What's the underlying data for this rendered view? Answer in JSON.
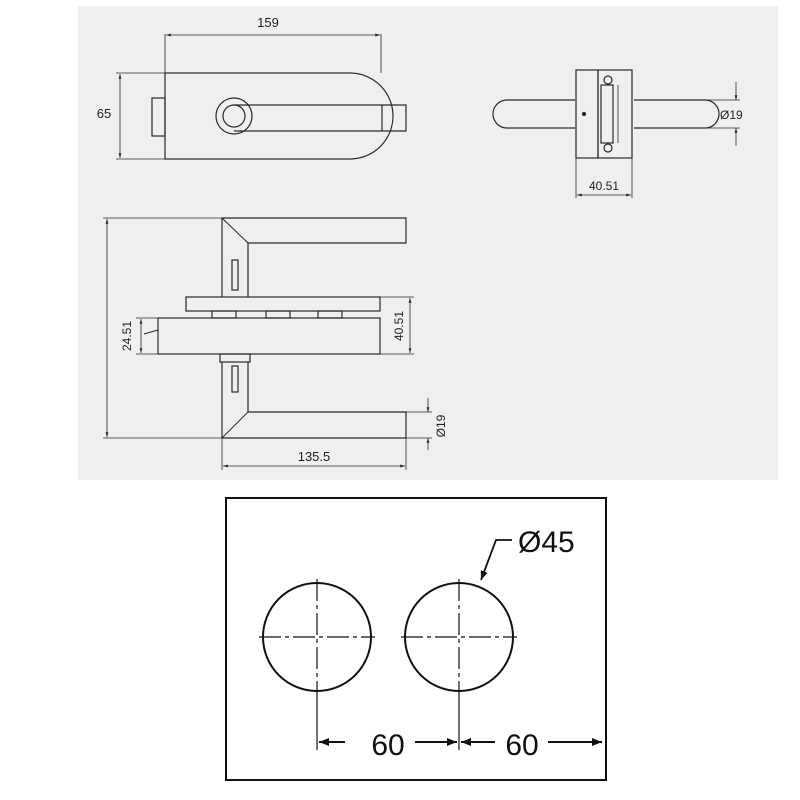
{
  "colors": {
    "panel_background": "#efefef",
    "line": "#2a2a2a",
    "page_background": "#ffffff"
  },
  "drawing": {
    "top_view": {
      "width_label": "159",
      "height_label": "65"
    },
    "side_view": {
      "diameter_label": "Ø19",
      "thickness_label": "40.51"
    },
    "front_view": {
      "lower_offset_label": "24.51",
      "plate_label": "40.51",
      "handle_diameter_label": "Ø19",
      "handle_length_label": "135.5"
    },
    "hole_template": {
      "hole_diameter_label": "Ø45",
      "spacing_left_label": "60",
      "spacing_right_label": "60"
    }
  }
}
